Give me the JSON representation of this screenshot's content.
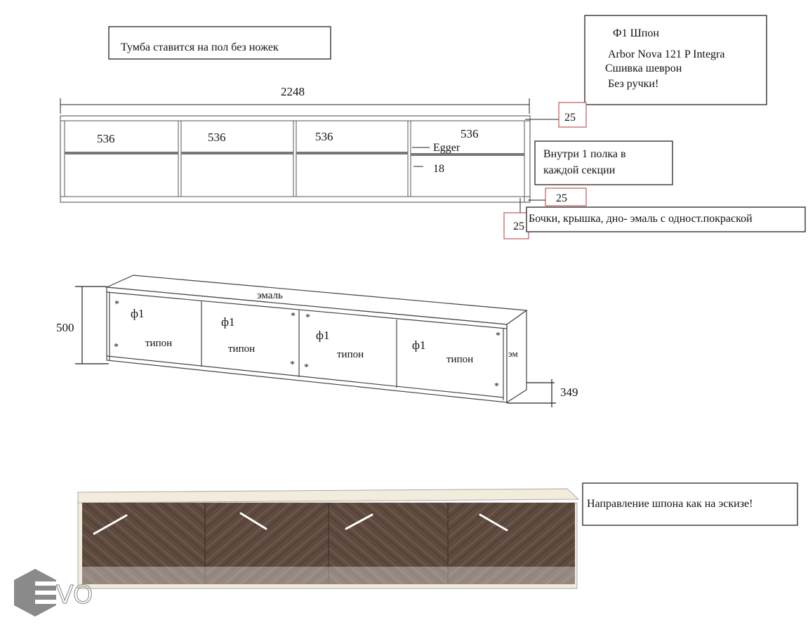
{
  "notes": {
    "floor_note": "Тумба ставится на пол без ножек",
    "material": [
      "Ф1 Шпон",
      "Arbor Nova 121 P Integra",
      "Сшивка шеврон",
      "Без ручки!"
    ],
    "shelf_note": [
      "Внутри 1 полка в",
      "каждой секции"
    ],
    "finish_note": "Бочки, крышка, дно-  эмаль с одност.покраской",
    "veneer_note": "Направление шпона как на эскизе!"
  },
  "front_view": {
    "total_width": "2248",
    "sections": [
      "536",
      "536",
      "536",
      "536"
    ],
    "shelf_material": "Egger",
    "shelf_thickness": "18",
    "top_thickness": "25",
    "bottom_thickness": "25",
    "side_thickness": "25"
  },
  "perspective_view": {
    "height": "500",
    "depth": "349",
    "top_label": "эмаль",
    "side_label": "эм",
    "door_material": [
      "ф1",
      "ф1",
      "ф1",
      "ф1"
    ],
    "door_type": [
      "типон",
      "типон",
      "типон",
      "типон"
    ],
    "marker": "*"
  },
  "logo": {
    "text": "EVO"
  },
  "colors": {
    "veneer": "#5e4a3f",
    "enamel": "#f3ecdc",
    "dimension_box": "#b03a3a"
  }
}
